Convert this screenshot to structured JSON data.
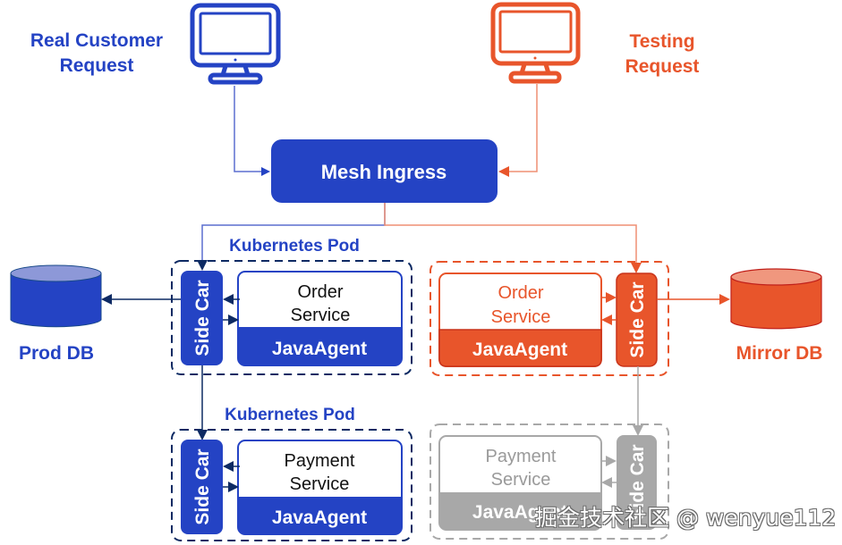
{
  "colors": {
    "blue": "#2443c4",
    "blue_dark": "#0d2a63",
    "blue_light_line": "#5b6fcf",
    "orange": "#e8552b",
    "orange_light_line": "#ef8f73",
    "gray": "#a8a8a8",
    "gray_text": "#9a9a9a"
  },
  "clients": {
    "real": {
      "line1": "Real Customer",
      "line2": "Request",
      "icon": "monitor-icon"
    },
    "testing": {
      "line1": "Testing",
      "line2": "Request",
      "icon": "monitor-icon"
    }
  },
  "ingress": {
    "label": "Mesh Ingress"
  },
  "pods": {
    "order_prod": {
      "title": "Kubernetes Pod",
      "sidecar": "Side Car",
      "service_line1": "Order",
      "service_line2": "Service",
      "agent": "JavaAgent"
    },
    "payment_prod": {
      "title": "Kubernetes Pod",
      "sidecar": "Side Car",
      "service_line1": "Payment",
      "service_line2": "Service",
      "agent": "JavaAgent"
    },
    "order_test": {
      "sidecar": "Side Car",
      "service_line1": "Order",
      "service_line2": "Service",
      "agent": "JavaAgent"
    },
    "payment_test": {
      "sidecar": "Side Car",
      "service_line1": "Payment",
      "service_line2": "Service",
      "agent": "JavaAgent"
    }
  },
  "databases": {
    "prod": {
      "label": "Prod DB"
    },
    "mirror": {
      "label": "Mirror DB"
    }
  },
  "watermark": "掘金技术社区 @ wenyue112"
}
